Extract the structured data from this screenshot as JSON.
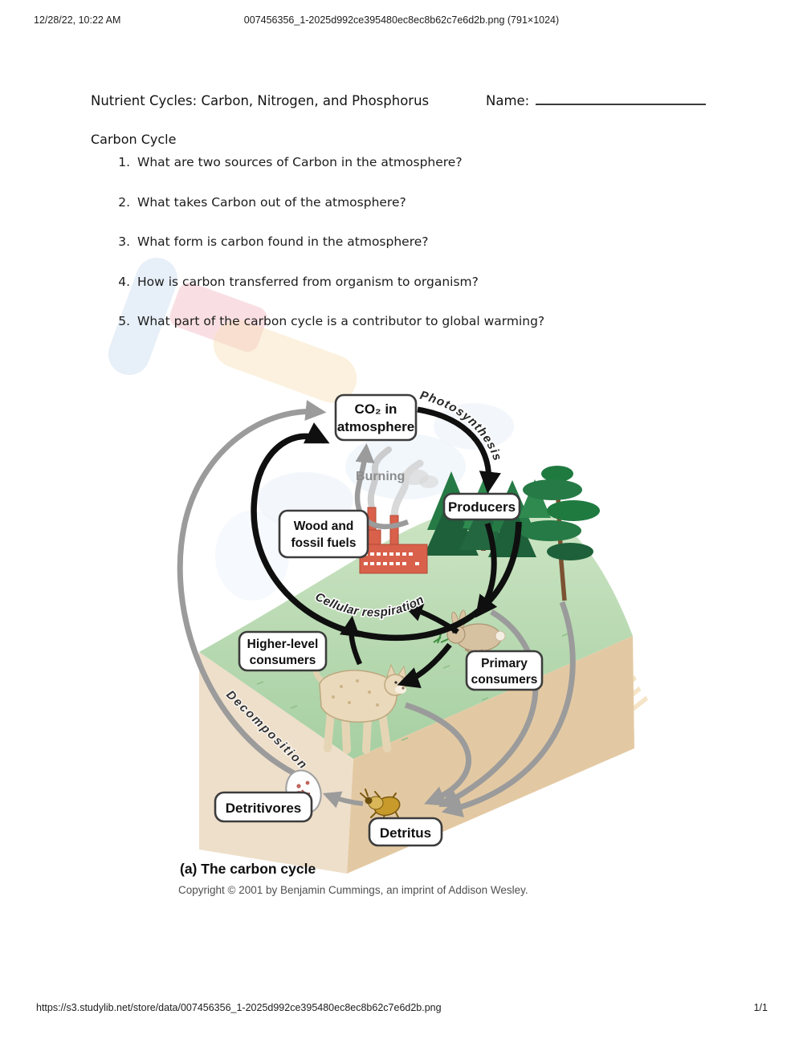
{
  "header": {
    "datetime": "12/28/22, 10:22 AM",
    "filename": "007456356_1-2025d992ce395480ec8ec8b62c7e6d2b.png (791×1024)"
  },
  "footer": {
    "url": "https://s3.studylib.net/store/data/007456356_1-2025d992ce395480ec8ec8b62c7e6d2b.png",
    "page_indicator": "1/1"
  },
  "worksheet": {
    "title": "Nutrient Cycles:  Carbon, Nitrogen, and Phosphorus",
    "name_label": "Name:",
    "section_heading": "Carbon Cycle",
    "questions": [
      {
        "number": "1.",
        "text": "What are two sources of Carbon in the atmosphere?"
      },
      {
        "number": "2.",
        "text": "What takes Carbon out of the atmosphere?"
      },
      {
        "number": "3.",
        "text": "What form is carbon found in the atmosphere?"
      },
      {
        "number": "4.",
        "text": "How is carbon transferred from organism to organism?"
      },
      {
        "number": "5.",
        "text": "What part of the carbon cycle is a contributor to global warming?"
      }
    ]
  },
  "diagram": {
    "labels": {
      "co2_line1": "CO₂ in",
      "co2_line2": "atmosphere",
      "photosynthesis": "Photosynthesis",
      "burning": "Burning",
      "producers": "Producers",
      "wood_line1": "Wood and",
      "wood_line2": "fossil fuels",
      "cellular_respiration": "Cellular respiration",
      "higher_line1": "Higher-level",
      "higher_line2": "consumers",
      "primary_line1": "Primary",
      "primary_line2": "consumers",
      "decomposition": "Decomposition",
      "detritivores": "Detritivores",
      "detritus": "Detritus"
    },
    "caption": "(a) The carbon cycle",
    "copyright": "Copyright © 2001 by Benjamin Cummings, an imprint of Addison Wesley.",
    "colors": {
      "arrow_black": "#0f0f0f",
      "arrow_gray": "#9b9b9b",
      "grass_green": "#aed4a8",
      "soil_left": "#eedfca",
      "soil_right": "#e3c9a3",
      "factory_red": "#d9604a",
      "tree_green": "#267a45"
    }
  },
  "watermark": {
    "letters": "NE"
  }
}
